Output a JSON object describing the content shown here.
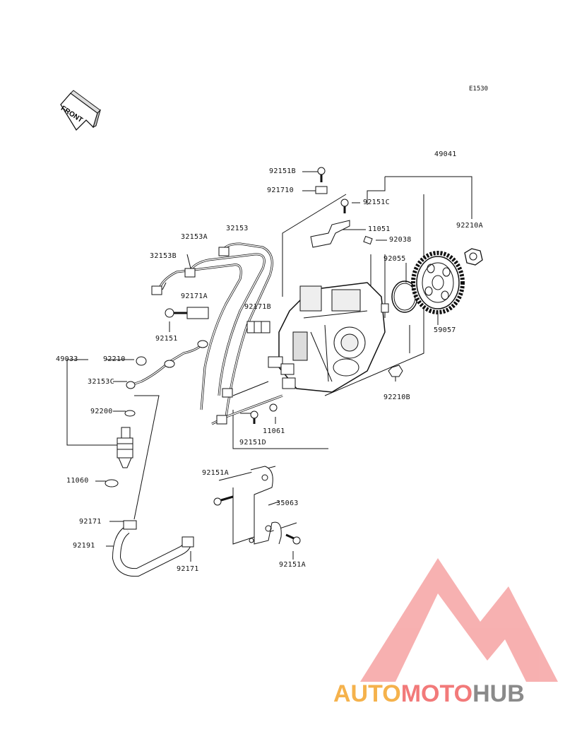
{
  "diagram": {
    "ref_code": "E1530",
    "front_label": "FRONT",
    "parts": [
      {
        "id": "p49041",
        "label": "49041"
      },
      {
        "id": "p92151B",
        "label": "92151B"
      },
      {
        "id": "p921710",
        "label": "921710"
      },
      {
        "id": "p92151C",
        "label": "92151C"
      },
      {
        "id": "p11051",
        "label": "11051"
      },
      {
        "id": "p92038",
        "label": "92038"
      },
      {
        "id": "p92210A",
        "label": "92210A"
      },
      {
        "id": "p32153A",
        "label": "32153A"
      },
      {
        "id": "p32153",
        "label": "32153"
      },
      {
        "id": "p32153B",
        "label": "32153B"
      },
      {
        "id": "p92171A_top",
        "label": "92171A"
      },
      {
        "id": "p92171B",
        "label": "92171B"
      },
      {
        "id": "p92055",
        "label": "92055"
      },
      {
        "id": "p59057",
        "label": "59057"
      },
      {
        "id": "p92151",
        "label": "92151"
      },
      {
        "id": "p49033",
        "label": "49033"
      },
      {
        "id": "p92210",
        "label": "92210"
      },
      {
        "id": "p32153C",
        "label": "32153C"
      },
      {
        "id": "p92200",
        "label": "92200"
      },
      {
        "id": "p92210B",
        "label": "92210B"
      },
      {
        "id": "p11061",
        "label": "11061"
      },
      {
        "id": "p92151D",
        "label": "92151D"
      },
      {
        "id": "p92151A_top",
        "label": "92151A"
      },
      {
        "id": "p35063",
        "label": "35063"
      },
      {
        "id": "p11060",
        "label": "11060"
      },
      {
        "id": "p92171_a",
        "label": "92171"
      },
      {
        "id": "p92191",
        "label": "92191"
      },
      {
        "id": "p92171_b",
        "label": "92171"
      },
      {
        "id": "p92151A_bottom",
        "label": "92151A"
      }
    ]
  },
  "watermark": {
    "part1": "AUTO",
    "part2": "MOTO",
    "part3": "HUB",
    "colors": {
      "auto": "#f5b24c",
      "moto": "#f27a7a",
      "hub": "#8a8a8a"
    }
  }
}
